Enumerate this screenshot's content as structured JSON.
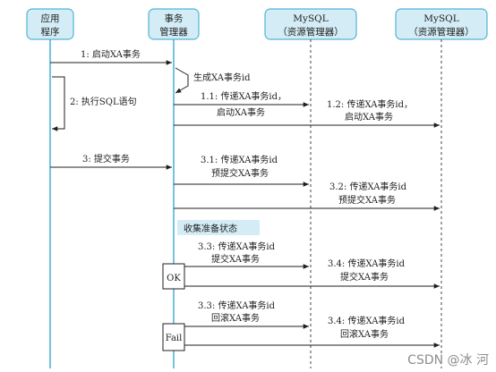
{
  "participants": {
    "app": [
      "应用",
      "程序"
    ],
    "tm": [
      "事务",
      "管理器"
    ],
    "rm1": [
      "MySQL",
      "（资源管理器）"
    ],
    "rm2": [
      "MySQL",
      "（资源管理器）"
    ]
  },
  "messages": {
    "m1": "1: 启动XA事务",
    "gen_id": "生成XA事务id",
    "m2": "2: 执行SQL语句",
    "m11": [
      "1.1: 传递XA事务id，",
      "启动XA事务"
    ],
    "m12": [
      "1.2: 传递XA事务id，",
      "启动XA事务"
    ],
    "m3": "3: 提交事务",
    "m31": [
      "3.1: 传递XA事务id",
      "预提交XA事务"
    ],
    "m32": [
      "3.2: 传递XA事务id",
      "预提交XA事务"
    ],
    "collect": "收集准备状态",
    "m33a": [
      "3.3: 传递XA事务id",
      "提交XA事务"
    ],
    "m34a": [
      "3.4: 传递XA事务id",
      "提交XA事务"
    ],
    "m33b": [
      "3.3: 传递XA事务id",
      "回滚XA事务"
    ],
    "m34b": [
      "3.4: 传递XA事务id",
      "回滚XA事务"
    ]
  },
  "status": {
    "ok": "OK",
    "fail": "Fail"
  },
  "watermark": "CSDN @冰 河",
  "colors": {
    "header_fill": "#d3ecf5",
    "header_border": "#54b4d6",
    "lifeline": "#54b4d6",
    "note_fill": "#d3ecf5"
  }
}
